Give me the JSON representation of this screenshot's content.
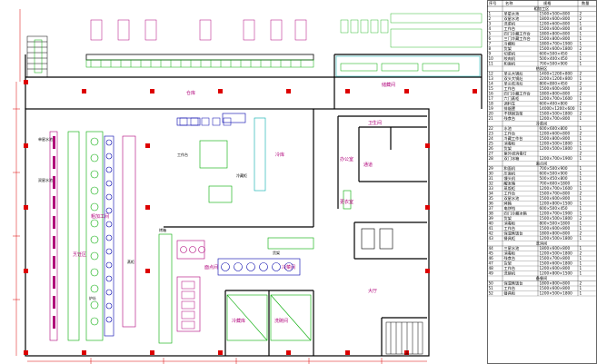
{
  "plan": {
    "rooms": {
      "storage_top": "仓库",
      "storage_right": "储藏间",
      "storage_mid": "冷库",
      "toilet_area": "卫生间",
      "corridor": "通道",
      "office": "办公室",
      "locker": "更衣室",
      "prep_room": "粗加工间",
      "cold_room": "冷藏库",
      "dish_room": "洗碗间",
      "pastry_room": "面点间",
      "cooking_zone": "烹饪区",
      "cold_dish": "冷菜间",
      "hall": "大厅"
    },
    "equipment_labels": [
      "单星水池",
      "双星水池",
      "工作台",
      "冷藏柜",
      "炉灶",
      "蒸柜",
      "烤箱",
      "货架"
    ]
  },
  "legend": {
    "header": {
      "no": "序号",
      "name": "名称",
      "spec": "规格",
      "qty": "数量"
    },
    "sections": [
      {
        "title": "粗加工区",
        "rows": [
          [
            "1",
            "单星水池",
            "1500×500×800",
            "2"
          ],
          [
            "2",
            "双星水池",
            "1800×600×800",
            "2"
          ],
          [
            "3",
            "洗菜机",
            "1200×600×800",
            "1"
          ],
          [
            "4",
            "工作台",
            "1500×600×800",
            "4"
          ],
          [
            "5",
            "四门冷藏工作台",
            "1800×800×800",
            "1"
          ],
          [
            "6",
            "三门冷藏工作台",
            "1500×800×800",
            "1"
          ],
          [
            "7",
            "冷藏柜",
            "1800×700×1900",
            "1"
          ],
          [
            "8",
            "货架",
            "1500×600×1800",
            "2"
          ],
          [
            "9",
            "切菜机",
            "600×500×450",
            "1"
          ],
          [
            "10",
            "绞肉机",
            "500×400×450",
            "1"
          ],
          [
            "11",
            "和面机",
            "700×500×900",
            "1"
          ]
        ]
      },
      {
        "title": "热厨区",
        "rows": [
          [
            "12",
            "单头大锅灶",
            "1400×1200×800",
            "2"
          ],
          [
            "13",
            "双头大锅灶",
            "2200×1200×800",
            "1"
          ],
          [
            "14",
            "单头低汤灶",
            "800×800×450",
            "2"
          ],
          [
            "15",
            "工作台",
            "1500×600×800",
            "3"
          ],
          [
            "16",
            "四门冷藏工作台",
            "1800×800×800",
            "2"
          ],
          [
            "17",
            "六门蒸柜",
            "1200×700×1600",
            "1"
          ],
          [
            "18",
            "调料车",
            "600×400×800",
            "2"
          ],
          [
            "19",
            "排烟罩",
            "14000×1200×600",
            "1"
          ],
          [
            "20",
            "不锈钢货架",
            "1500×500×1800",
            "2"
          ],
          [
            "21",
            "残食台",
            "1200×700×800",
            "1"
          ]
        ]
      },
      {
        "title": "冷菜间",
        "rows": [
          [
            "22",
            "水池",
            "600×600×800",
            "1"
          ],
          [
            "23",
            "工作台",
            "1200×600×800",
            "2"
          ],
          [
            "24",
            "冷藏工作台",
            "1500×800×800",
            "1"
          ],
          [
            "25",
            "消毒柜",
            "1200×500×1800",
            "1"
          ],
          [
            "26",
            "货架",
            "1200×500×1800",
            "1"
          ],
          [
            "27",
            "紫外线消毒灯",
            "",
            "2"
          ],
          [
            "28",
            "双门冰箱",
            "1200×700×1900",
            "1"
          ]
        ]
      },
      {
        "title": "面点间",
        "rows": [
          [
            "29",
            "和面机",
            "700×500×900",
            "1"
          ],
          [
            "30",
            "压面机",
            "600×500×900",
            "1"
          ],
          [
            "31",
            "馒头机",
            "500×450×800",
            "1"
          ],
          [
            "32",
            "醒发箱",
            "700×600×1800",
            "1"
          ],
          [
            "33",
            "蒸饭柜",
            "1200×700×1600",
            "1"
          ],
          [
            "34",
            "工作台",
            "1500×700×800",
            "2"
          ],
          [
            "35",
            "双星水池",
            "1500×600×800",
            "1"
          ],
          [
            "36",
            "烤箱",
            "1200×800×1500",
            "1"
          ],
          [
            "37",
            "电饼铛",
            "600×500×450",
            "1"
          ],
          [
            "38",
            "四门冷藏冰箱",
            "1200×700×1900",
            "1"
          ],
          [
            "39",
            "货架",
            "1500×500×1800",
            "2"
          ],
          [
            "40",
            "消毒柜",
            "800×500×1800",
            "1"
          ],
          [
            "41",
            "工作台",
            "1500×600×800",
            "1"
          ],
          [
            "42",
            "保温售饭台",
            "1800×800×800",
            "2"
          ],
          [
            "43",
            "餐具柜",
            "1200×500×1800",
            "1"
          ]
        ]
      },
      {
        "title": "洗消间",
        "rows": [
          [
            "44",
            "三星水池",
            "1800×600×800",
            "1"
          ],
          [
            "45",
            "消毒柜",
            "1200×500×1800",
            "2"
          ],
          [
            "46",
            "残食台",
            "1500×700×800",
            "1"
          ],
          [
            "47",
            "货架",
            "1500×600×1800",
            "1"
          ],
          [
            "48",
            "工作台",
            "1200×600×800",
            "1"
          ],
          [
            "49",
            "洗碗机",
            "1200×800×1500",
            "1"
          ]
        ]
      },
      {
        "title": "备餐间",
        "rows": [
          [
            "50",
            "保温售饭台",
            "1800×800×800",
            "2"
          ],
          [
            "51",
            "工作台",
            "1500×600×800",
            "1"
          ],
          [
            "52",
            "餐具柜",
            "1200×500×1800",
            "1"
          ]
        ]
      }
    ]
  }
}
